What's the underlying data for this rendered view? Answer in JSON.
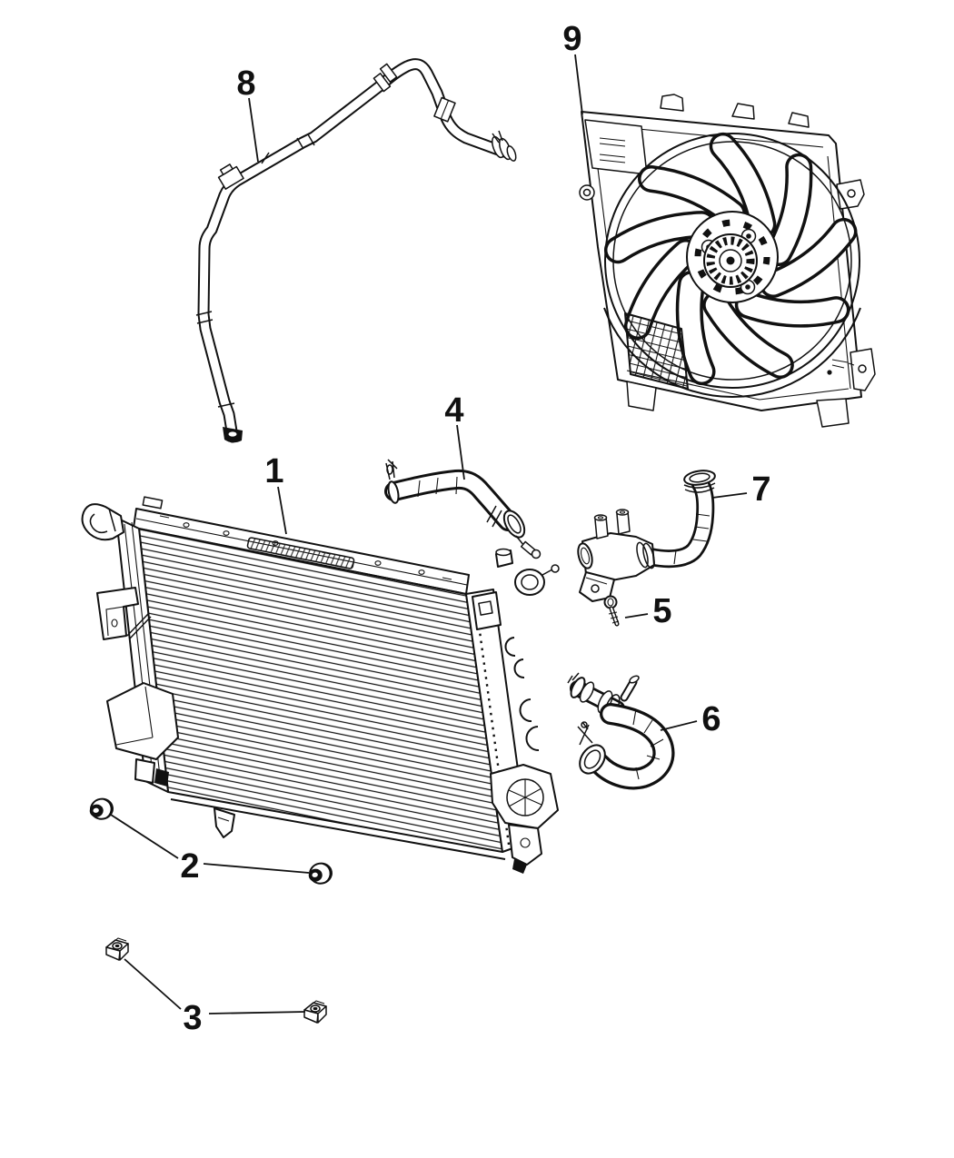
{
  "diagram": {
    "kind": "exploded-parts-line-drawing",
    "background_color": "#ffffff",
    "ink_color": "#111111",
    "callouts": [
      {
        "number": "1"
      },
      {
        "number": "2"
      },
      {
        "number": "3"
      },
      {
        "number": "4"
      },
      {
        "number": "5"
      },
      {
        "number": "6"
      },
      {
        "number": "7"
      },
      {
        "number": "8"
      },
      {
        "number": "9"
      }
    ]
  }
}
